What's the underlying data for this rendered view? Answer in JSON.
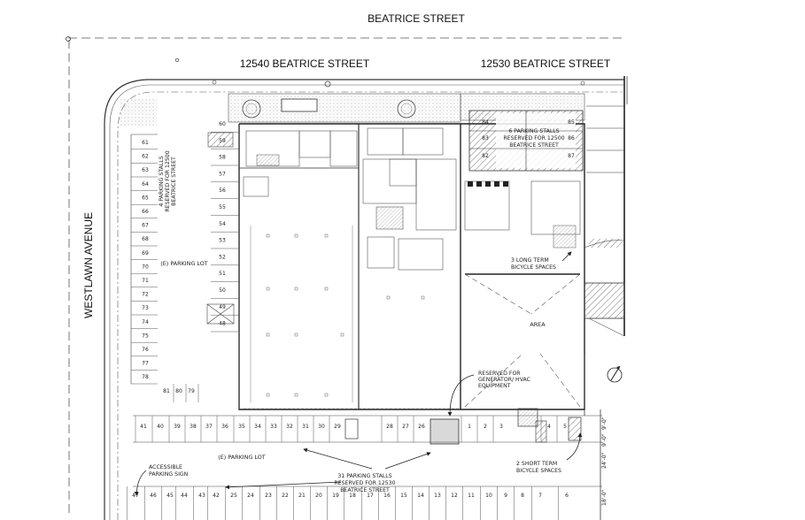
{
  "streets": {
    "top": "BEATRICE STREET",
    "left": "WESTLAWN AVENUE"
  },
  "addresses": {
    "west": "12540 BEATRICE STREET",
    "east": "12530 BEATRICE STREET"
  },
  "labels": {
    "parking_lot_upper": "(E) PARKING LOT",
    "parking_lot_lower": "(E) PARKING LOT",
    "reserved_west": [
      "4 PARKING STALLS",
      "RESERVED FOR 12500",
      "BEATRICE STREET"
    ],
    "reserved_east": [
      "6 PARKING STALLS",
      "RESERVED FOR 12500",
      "BEATRICE STREET"
    ],
    "reserved_south": [
      "31 PARKING STALLS",
      "RESERVED FOR 12530",
      "BEATRICE STREET"
    ],
    "bicycle_long": [
      "3 LONG TERM",
      "BICYCLE SPACES"
    ],
    "bicycle_short": [
      "2 SHORT TERM",
      "BICYCLE SPACES"
    ],
    "generator": [
      "RESERVED FOR",
      "GENERATOR/ HVAC",
      "EQUIPMENT"
    ],
    "accessible_sign": [
      "ACCESSIBLE",
      "PARKING SIGN"
    ],
    "area": "AREA"
  },
  "stalls": {
    "left_column": [
      "61",
      "62",
      "63",
      "64",
      "65",
      "66",
      "67",
      "68",
      "69",
      "70",
      "71",
      "72",
      "73",
      "74",
      "75",
      "76",
      "77",
      "78"
    ],
    "left_bottom": [
      "81",
      "80",
      "79"
    ],
    "center_column": [
      "60",
      "59",
      "58",
      "57",
      "56",
      "55",
      "54",
      "53",
      "52",
      "51",
      "50",
      "49",
      "48"
    ],
    "east_block": [
      "84",
      "85",
      "83",
      "86",
      "82",
      "87"
    ],
    "south_upper": [
      "41",
      "40",
      "39",
      "38",
      "37",
      "36",
      "35",
      "34",
      "33",
      "32",
      "31",
      "30",
      "29",
      "28",
      "27",
      "26",
      "1",
      "2",
      "3",
      "4",
      "5"
    ],
    "south_lower": [
      "47",
      "46",
      "45",
      "44",
      "43",
      "42",
      "25",
      "24",
      "23",
      "22",
      "21",
      "20",
      "19",
      "18",
      "17",
      "16",
      "15",
      "14",
      "13",
      "12",
      "11",
      "10",
      "9",
      "8",
      "7",
      "6"
    ]
  },
  "dimensions": [
    "9'-0\"",
    "9'-0\"",
    "24'-0\"",
    "18'-0\""
  ],
  "colors": {
    "line": "#333333",
    "hatch_fill": "#efefef",
    "equipment_fill": "#d9d9d9"
  }
}
